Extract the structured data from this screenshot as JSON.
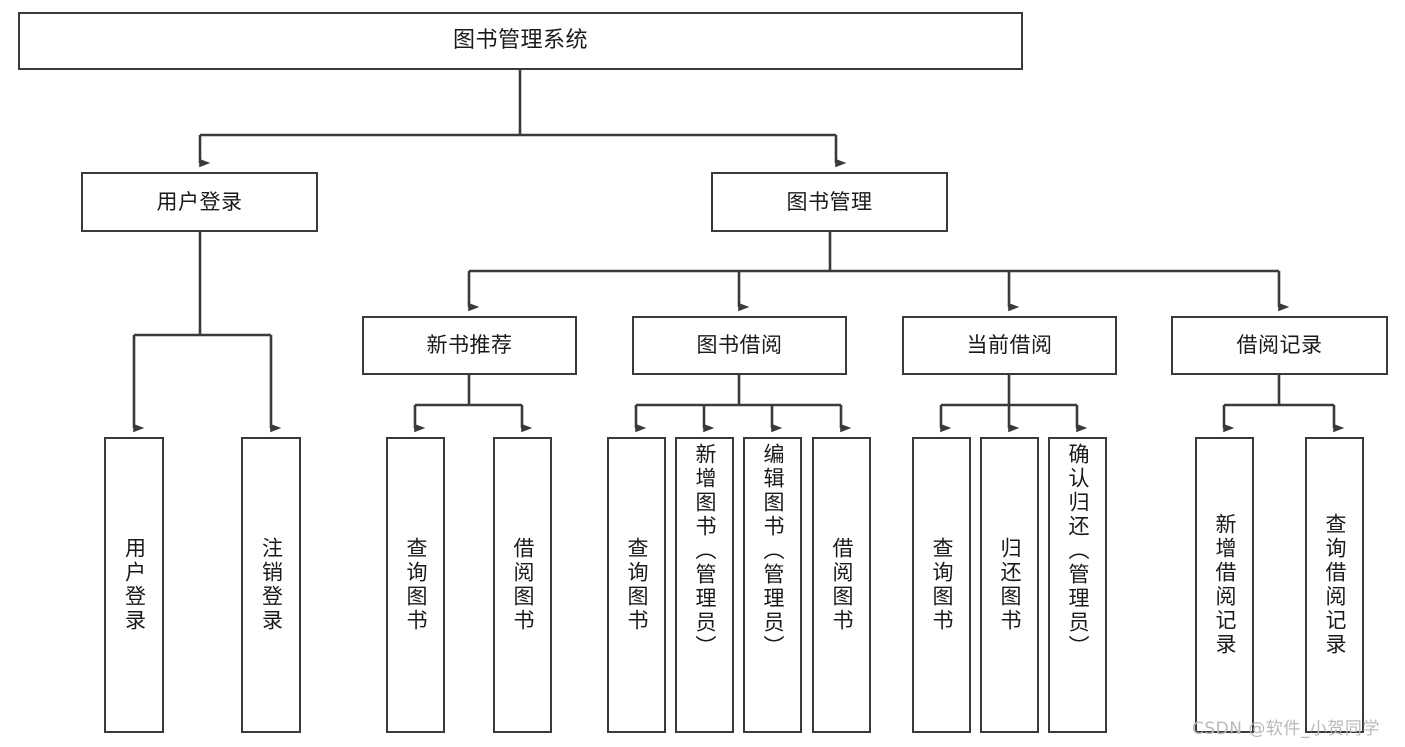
{
  "diagram": {
    "title": "图书管理系统",
    "type": "hierarchy-tree",
    "root": {
      "label": "图书管理系统"
    },
    "level2": [
      {
        "label": "用户登录"
      },
      {
        "label": "图书管理"
      }
    ],
    "level3": [
      {
        "label": "新书推荐"
      },
      {
        "label": "图书借阅"
      },
      {
        "label": "当前借阅"
      },
      {
        "label": "借阅记录"
      }
    ],
    "leaves": {
      "user_login": [
        {
          "label": "用户登录"
        },
        {
          "label": "注销登录"
        }
      ],
      "new_book_recommend": [
        {
          "label": "查询图书"
        },
        {
          "label": "借阅图书"
        }
      ],
      "book_borrow": [
        {
          "label": "查询图书"
        },
        {
          "label": "新增图书（管理员）"
        },
        {
          "label": "编辑图书（管理员）"
        },
        {
          "label": "借阅图书"
        }
      ],
      "current_borrow": [
        {
          "label": "查询图书"
        },
        {
          "label": "归还图书"
        },
        {
          "label": "确认归还（管理员）"
        }
      ],
      "borrow_record": [
        {
          "label": "新增借阅记录"
        },
        {
          "label": "查询借阅记录"
        }
      ]
    }
  },
  "watermark": {
    "text": "CSDN @软件_小贺同学"
  },
  "colors": {
    "stroke": "#3a3a3a",
    "text": "#1a1a1a",
    "background": "#ffffff",
    "watermark": "#b9b9b9"
  }
}
